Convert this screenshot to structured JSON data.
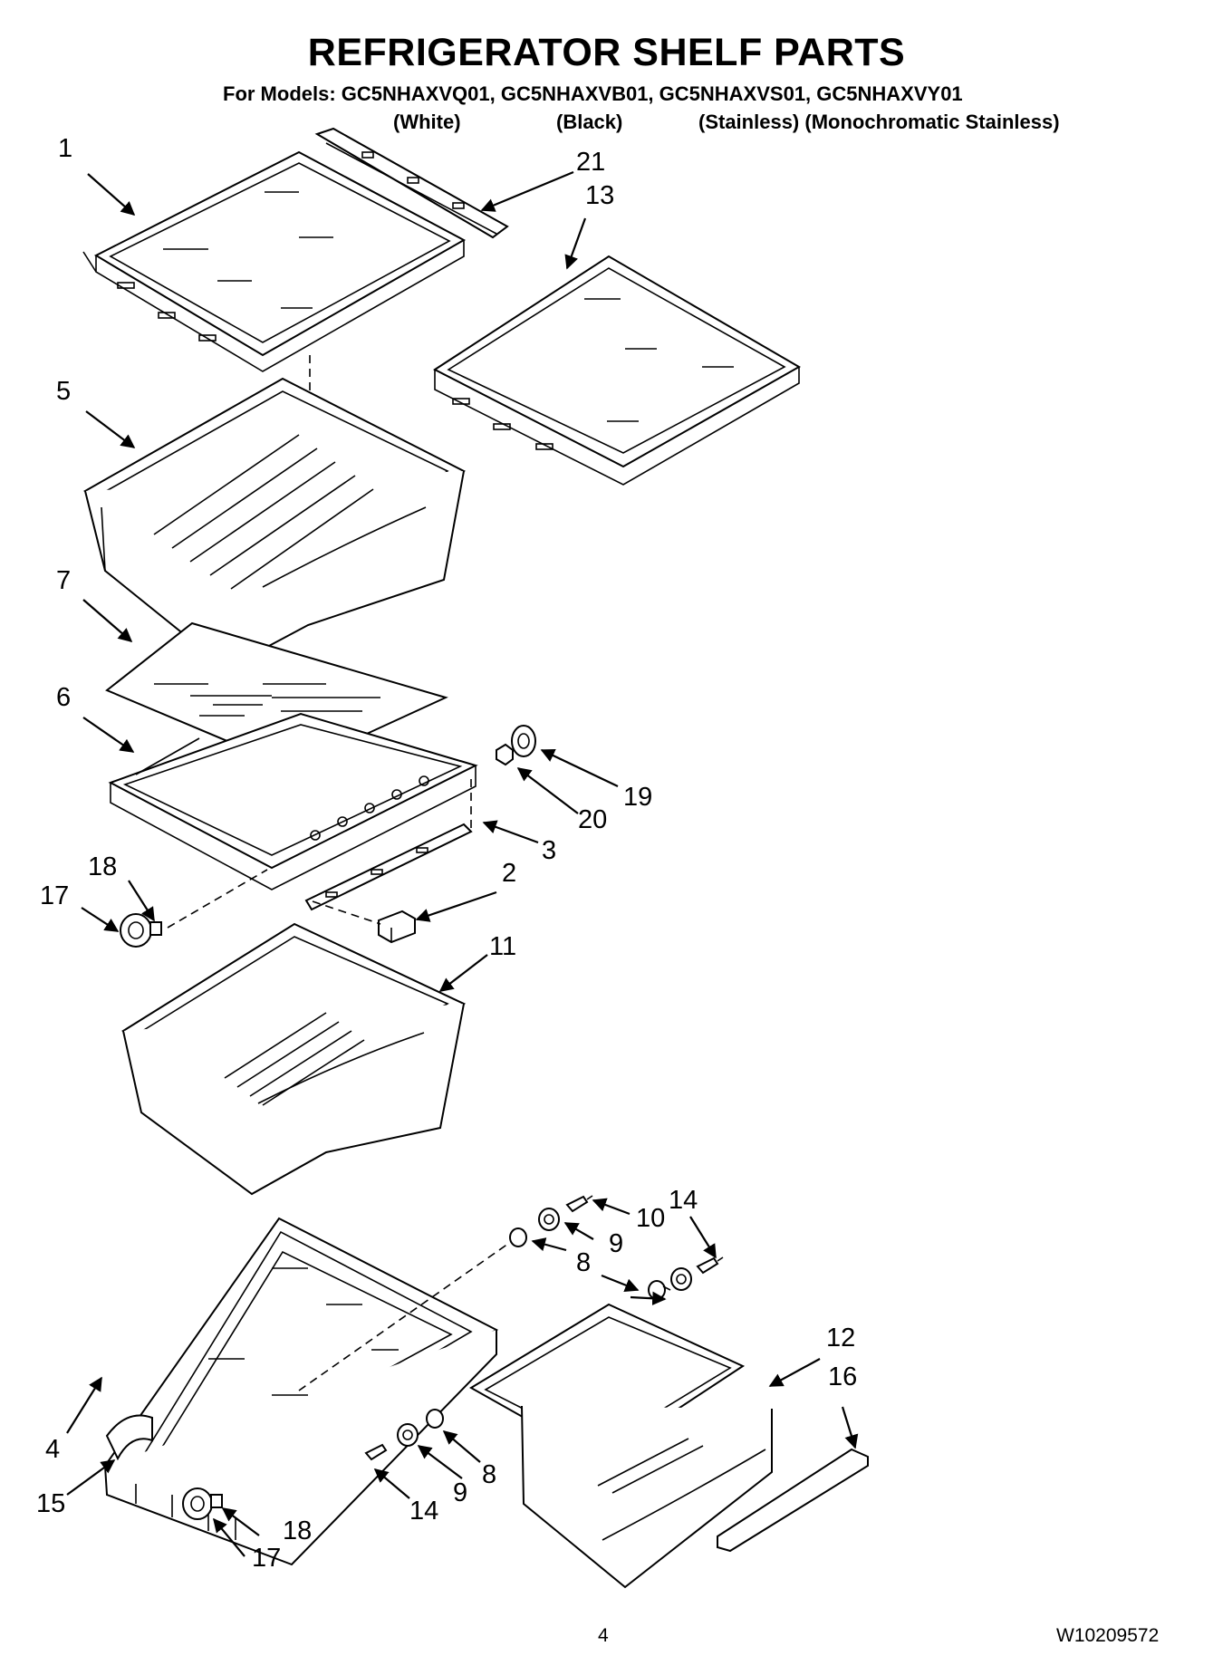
{
  "title": "REFRIGERATOR SHELF PARTS",
  "models_line": "For Models: GC5NHAXVQ01, GC5NHAXVB01, GC5NHAXVS01, GC5NHAXVY01",
  "colors": {
    "white": "(White)",
    "black": "(Black)",
    "stainless": "(Stainless) (Monochromatic Stainless)"
  },
  "callouts": {
    "c1": "1",
    "c21": "21",
    "c13": "13",
    "c5": "5",
    "c7": "7",
    "c6": "6",
    "c19": "19",
    "c20": "20",
    "c3": "3",
    "c2": "2",
    "c18a": "18",
    "c17a": "17",
    "c11": "11",
    "c10": "10",
    "c14a": "14",
    "c9a": "9",
    "c8a": "8",
    "c12": "12",
    "c16": "16",
    "c4": "4",
    "c15": "15",
    "c18b": "18",
    "c17b": "17",
    "c14b": "14",
    "c9b": "9",
    "c8b": "8"
  },
  "footer": {
    "page": "4",
    "doc_number": "W10209572"
  }
}
